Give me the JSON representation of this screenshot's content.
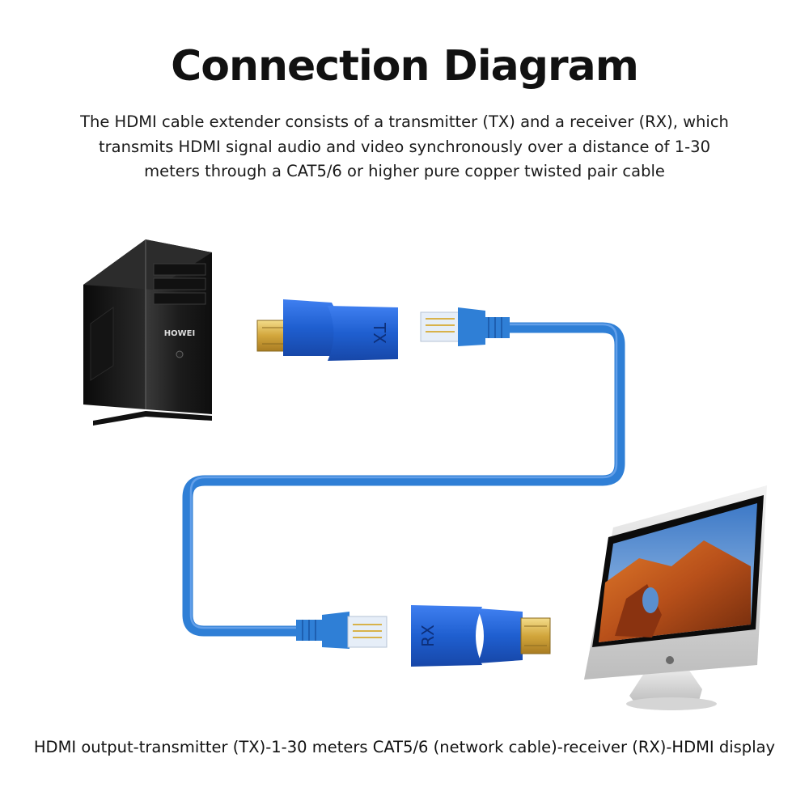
{
  "title": "Connection Diagram",
  "description": {
    "line1": "The HDMI cable extender consists of a transmitter (TX) and a receiver (RX), which",
    "line2": "transmits HDMI signal audio and video synchronously over a distance of 1-30",
    "line3": "meters through a CAT5/6 or higher pure copper twisted pair cable"
  },
  "devices": {
    "pc_brand": "HOWEI",
    "tx_label": "TX",
    "rx_label": "RX"
  },
  "caption": "HDMI output-transmitter (TX)-1-30 meters CAT5/6 (network cable)-receiver (RX)-HDMI display",
  "colors": {
    "cable_blue": "#2f7fd6",
    "adapter_blue": "#1f5fd0",
    "connector_gold": "#d8b24a",
    "tower_black": "#1b1b1b",
    "monitor_silver": "#d9d9d9"
  }
}
